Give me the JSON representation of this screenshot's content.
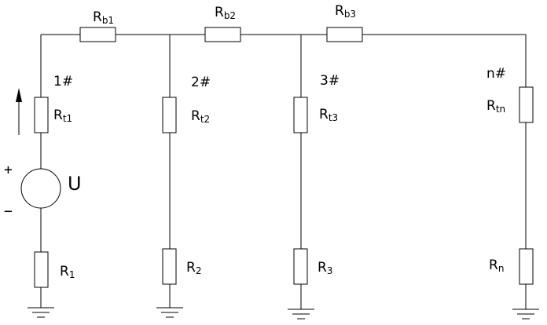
{
  "diagram": {
    "branch_labels": {
      "b1": "1#",
      "b2": "2#",
      "b3": "3#",
      "bn": "n#"
    },
    "resistors": {
      "rb1": {
        "main": "R",
        "sub": "b1"
      },
      "rb2": {
        "main": "R",
        "sub": "b2"
      },
      "rb3": {
        "main": "R",
        "sub": "b3"
      },
      "rt1": {
        "main": "R",
        "sub": "t1"
      },
      "rt2": {
        "main": "R",
        "sub": "t2"
      },
      "rt3": {
        "main": "R",
        "sub": "t3"
      },
      "rtn": {
        "main": "R",
        "sub": "tn"
      },
      "r1": {
        "main": "R",
        "sub": "1"
      },
      "r2": {
        "main": "R",
        "sub": "2"
      },
      "r3": {
        "main": "R",
        "sub": "3"
      },
      "rn": {
        "main": "R",
        "sub": "n"
      }
    },
    "source": {
      "label": "U",
      "plus": "+",
      "minus": "−"
    }
  }
}
